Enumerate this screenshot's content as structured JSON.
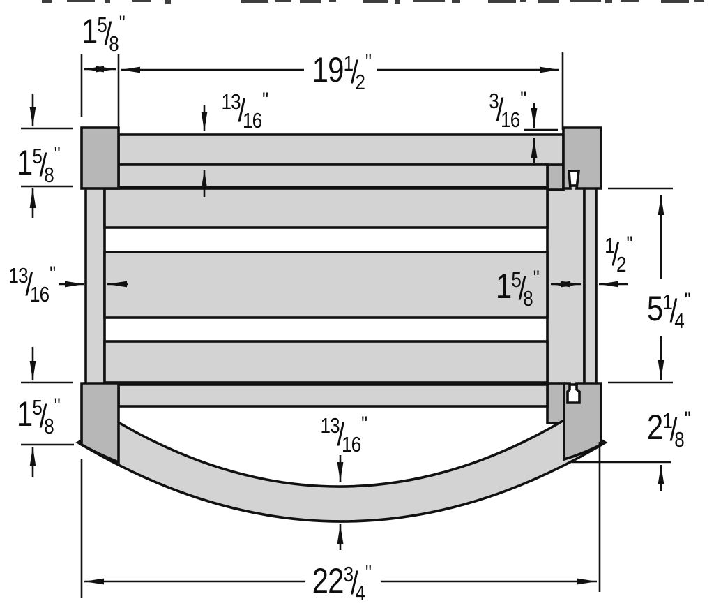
{
  "diagram": {
    "background": "#ffffff",
    "colors": {
      "part_light": "#d3d3d3",
      "part_dark": "#b7b7b7",
      "outline": "#111111",
      "dimension_lines": "#111111",
      "text": "#0e0e0e"
    },
    "fraction_slash": "/",
    "labels": {
      "top_left_cleat_width": {
        "whole": "1",
        "num": "5",
        "den": "8",
        "unit": "\""
      },
      "top_rail_span": {
        "whole": "19",
        "num": "1",
        "den": "2",
        "unit": "\""
      },
      "top_rail_thickness": {
        "whole": "",
        "num": "13",
        "den": "16",
        "unit": "\""
      },
      "top_reveal": {
        "whole": "",
        "num": "3",
        "den": "16",
        "unit": "\""
      },
      "top_left_cleat_height": {
        "whole": "1",
        "num": "5",
        "den": "8",
        "unit": "\""
      },
      "side_stile_thickness": {
        "whole": "",
        "num": "13",
        "den": "16",
        "unit": "\""
      },
      "right_rail_width": {
        "whole": "1",
        "num": "5",
        "den": "8",
        "unit": "\""
      },
      "right_slat_thickness": {
        "whole": "",
        "num": "1",
        "den": "2",
        "unit": "\""
      },
      "side_opening_height": {
        "whole": "5",
        "num": "1",
        "den": "4",
        "unit": "\""
      },
      "bottom_left_cleat_height": {
        "whole": "1",
        "num": "5",
        "den": "8",
        "unit": "\""
      },
      "bottom_right_corner_height": {
        "whole": "2",
        "num": "1",
        "den": "8",
        "unit": "\""
      },
      "arch_rail_thickness": {
        "whole": "",
        "num": "13",
        "den": "16",
        "unit": "\""
      },
      "bottom_overall_span": {
        "whole": "22",
        "num": "3",
        "den": "4",
        "unit": "\""
      }
    }
  }
}
